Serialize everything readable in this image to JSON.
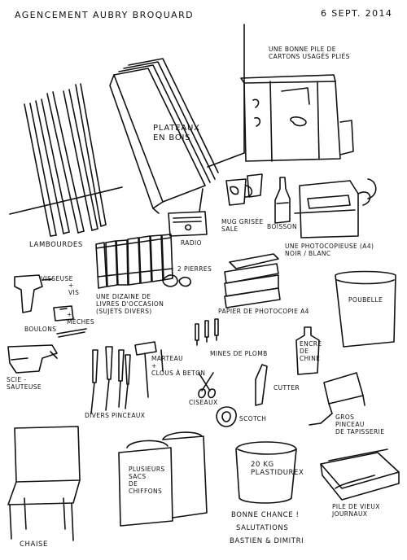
{
  "header": {
    "title": "AGENCEMENT AUBRY BROQUARD",
    "date": "6 SEPT. 2014"
  },
  "items": {
    "cartons": "UNE BONNE PILE DE\nCARTONS USAGÉS PLIÉS",
    "plateaux": "PLATEAUX\nEN BOIS",
    "lambourdes": "LAMBOURDES",
    "radio": "RADIO",
    "mug": "MUG GRISÉE\nSALE",
    "boisson": "BOISSON",
    "photocopieuse": "UNE PHOTOCOPIEUSE (A4)\nNOIR / BLANC",
    "visseuse": "VISSEUSE",
    "plus_vis": "+\nVIS",
    "boulons": "BOULONS",
    "meches": "+\nMÈCHES",
    "livres": "UNE DIZAINE DE\nLIVRES D'OCCASION\n(SUJETS DIVERS)",
    "pierres": "2 PIERRES",
    "papier": "PAPIER DE PHOTOCOPIE A4",
    "poubelle": "POUBELLE",
    "scie": "SCIE -\nSAUTEUSE",
    "marteau": "MARTEAU\n+\nCLOUS À BETON",
    "mines": "MINES DE PLOMB",
    "encre": "ENCRE\nDE\nCHINE",
    "ciseaux": "CISEAUX",
    "cutter": "CUTTER",
    "scotch": "SCOTCH",
    "pinceaux": "DIVERS PINCEAUX",
    "gros_pinceau": "GROS\nPINCEAU\nDE TAPISSERIE",
    "chaise": "CHAISE",
    "sacs": "PLUSIEURS\nSACS\nDE\nCHIFFONS",
    "plastidurex": "20 KG\nPLASTIDUREX",
    "journaux": "PILE DE VIEUX\nJOURNAUX"
  },
  "signoff": {
    "line1": "BONNE CHANCE !",
    "line2": "SALUTATIONS",
    "line3": "BASTIEN & DIMITRI"
  }
}
